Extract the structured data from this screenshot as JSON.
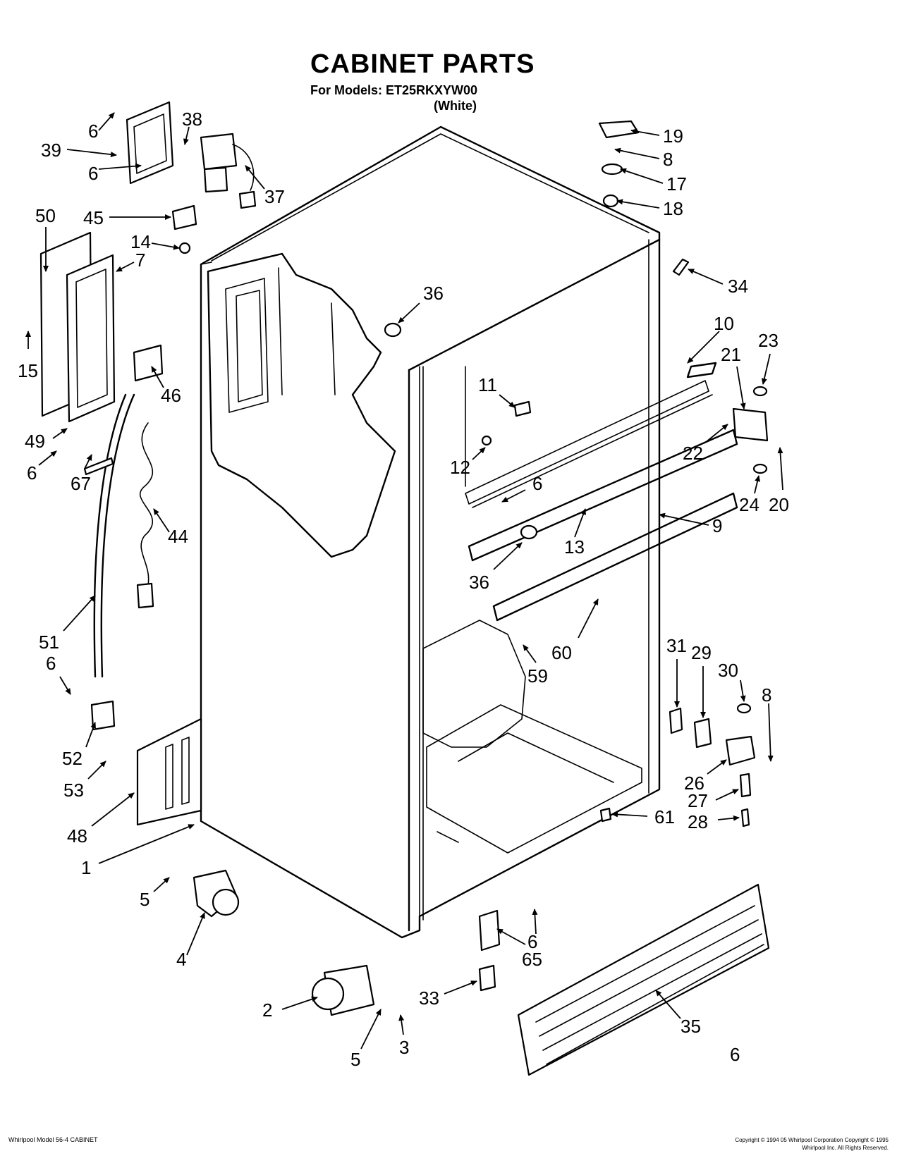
{
  "header": {
    "title": "CABINET PARTS",
    "models_line": "For Models: ET25RKXYW00",
    "color_note": "(White)"
  },
  "footer": {
    "left": "Whirlpool Model 56-4 CABINET",
    "right": "Copyright © 1994 05 Whirlpool Corporation Copyright © 1995 Whirlpool Inc. All Rights Reserved."
  },
  "callouts": [
    {
      "id": "c1",
      "label": "1"
    },
    {
      "id": "c2",
      "label": "2"
    },
    {
      "id": "c3",
      "label": "3"
    },
    {
      "id": "c4",
      "label": "4"
    },
    {
      "id": "c5a",
      "label": "5"
    },
    {
      "id": "c5b",
      "label": "5"
    },
    {
      "id": "c6a",
      "label": "6"
    },
    {
      "id": "c6b",
      "label": "6"
    },
    {
      "id": "c6c",
      "label": "6"
    },
    {
      "id": "c6d",
      "label": "6"
    },
    {
      "id": "c6e",
      "label": "6"
    },
    {
      "id": "c6f",
      "label": "6"
    },
    {
      "id": "c6g",
      "label": "6"
    },
    {
      "id": "c7",
      "label": "7"
    },
    {
      "id": "c8a",
      "label": "8"
    },
    {
      "id": "c8b",
      "label": "8"
    },
    {
      "id": "c9",
      "label": "9"
    },
    {
      "id": "c10",
      "label": "10"
    },
    {
      "id": "c11",
      "label": "11"
    },
    {
      "id": "c12",
      "label": "12"
    },
    {
      "id": "c13",
      "label": "13"
    },
    {
      "id": "c14",
      "label": "14"
    },
    {
      "id": "c15",
      "label": "15"
    },
    {
      "id": "c17",
      "label": "17"
    },
    {
      "id": "c18",
      "label": "18"
    },
    {
      "id": "c19",
      "label": "19"
    },
    {
      "id": "c20",
      "label": "20"
    },
    {
      "id": "c21",
      "label": "21"
    },
    {
      "id": "c22",
      "label": "22"
    },
    {
      "id": "c23",
      "label": "23"
    },
    {
      "id": "c24",
      "label": "24"
    },
    {
      "id": "c26",
      "label": "26"
    },
    {
      "id": "c27",
      "label": "27"
    },
    {
      "id": "c28",
      "label": "28"
    },
    {
      "id": "c29",
      "label": "29"
    },
    {
      "id": "c30",
      "label": "30"
    },
    {
      "id": "c31",
      "label": "31"
    },
    {
      "id": "c33",
      "label": "33"
    },
    {
      "id": "c34",
      "label": "34"
    },
    {
      "id": "c35",
      "label": "35"
    },
    {
      "id": "c36a",
      "label": "36"
    },
    {
      "id": "c36b",
      "label": "36"
    },
    {
      "id": "c37",
      "label": "37"
    },
    {
      "id": "c38",
      "label": "38"
    },
    {
      "id": "c39",
      "label": "39"
    },
    {
      "id": "c44",
      "label": "44"
    },
    {
      "id": "c45",
      "label": "45"
    },
    {
      "id": "c46",
      "label": "46"
    },
    {
      "id": "c48",
      "label": "48"
    },
    {
      "id": "c49",
      "label": "49"
    },
    {
      "id": "c50",
      "label": "50"
    },
    {
      "id": "c51",
      "label": "51"
    },
    {
      "id": "c52",
      "label": "52"
    },
    {
      "id": "c53",
      "label": "53"
    },
    {
      "id": "c59",
      "label": "59"
    },
    {
      "id": "c60",
      "label": "60"
    },
    {
      "id": "c61",
      "label": "61"
    },
    {
      "id": "c65",
      "label": "65"
    },
    {
      "id": "c67",
      "label": "67"
    }
  ]
}
